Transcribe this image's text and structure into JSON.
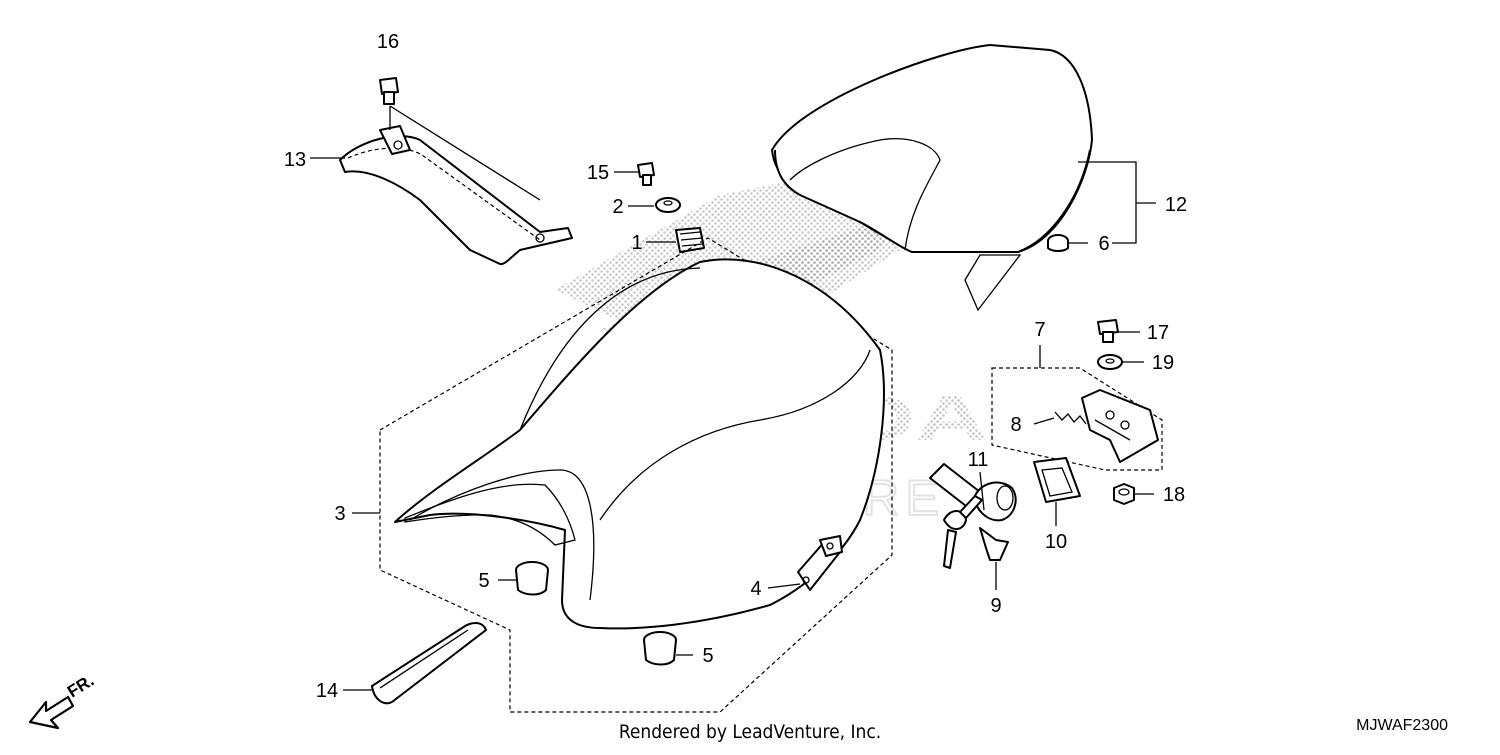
{
  "diagram": {
    "callouts": {
      "c1": "1",
      "c2": "2",
      "c3": "3",
      "c4": "4",
      "c5a": "5",
      "c5b": "5",
      "c6": "6",
      "c7": "7",
      "c8": "8",
      "c9": "9",
      "c10": "10",
      "c11": "11",
      "c12": "12",
      "c13": "13",
      "c14": "14",
      "c15": "15",
      "c16": "16",
      "c17": "17",
      "c18": "18",
      "c19": "19"
    },
    "watermark_brand": "HONDA",
    "watermark_dealer": "LEADVENTURE",
    "direction_label": "FR.",
    "footer_credit": "Rendered by LeadVenture, Inc.",
    "diagram_code": "MJWAF2300"
  }
}
